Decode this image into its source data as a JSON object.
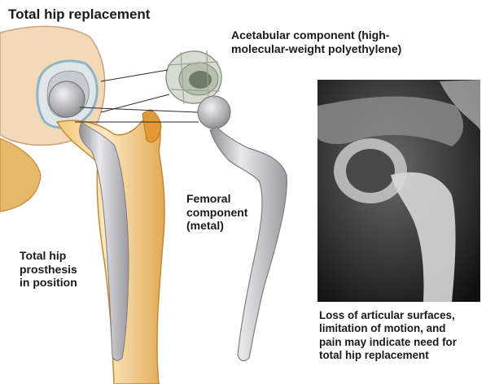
{
  "title": "Total hip replacement",
  "labels": {
    "acetabular_component": "Acetabular component (high-\nmolecular-weight polyethylene)",
    "femoral_component": "Femoral\ncomponent\n(metal)",
    "prosthesis_in_position": "Total hip\nprosthesis\nin position",
    "xray_caption": "Loss of articular surfaces,\nlimitation of motion, and\npain may indicate need for\ntotal hip replacement"
  },
  "colors": {
    "bone_light": "#f6dca0",
    "bone_dark": "#d99a3a",
    "pelvis": "#f3d9b8",
    "metal": "#b8b8bc",
    "metal_dark": "#7d7d82",
    "cup": "#dfe6e8"
  }
}
